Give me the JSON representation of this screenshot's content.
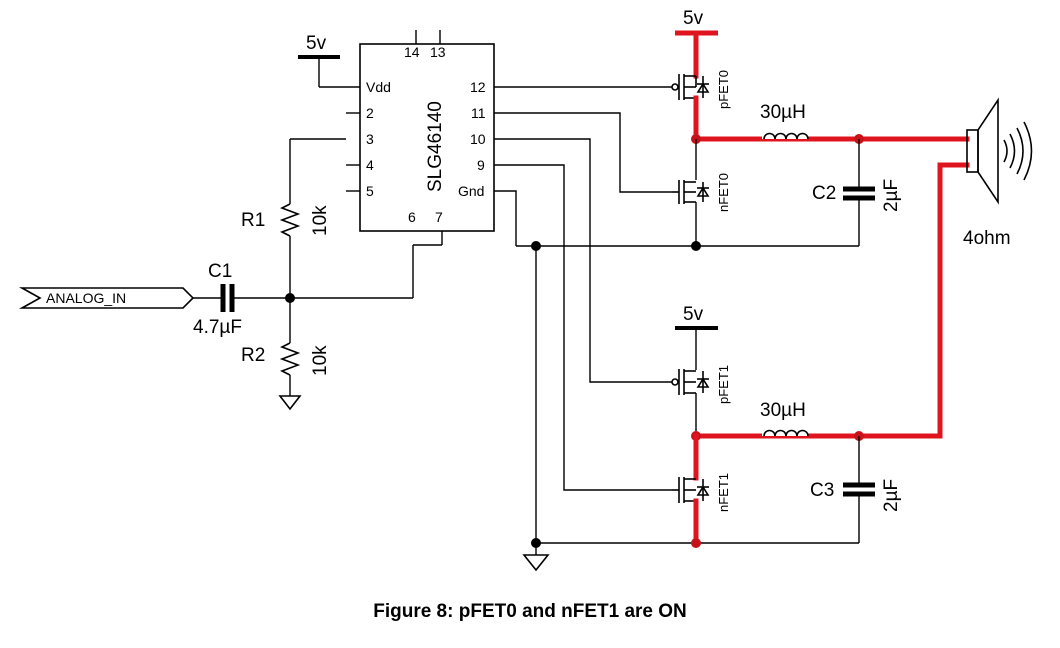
{
  "rails": {
    "top": "5v",
    "chip": "5v",
    "mid": "5v"
  },
  "chip": {
    "name": "SLG46140",
    "pins_top": [
      "14",
      "13"
    ],
    "pins_left": [
      "Vdd",
      "2",
      "3",
      "4",
      "5"
    ],
    "pins_right": [
      "12",
      "11",
      "10",
      "9",
      "Gnd"
    ],
    "pins_bottom": [
      "6",
      "7"
    ]
  },
  "input": {
    "label": "ANALOG_IN"
  },
  "components": {
    "c1": {
      "ref": "C1",
      "value": "4.7µF"
    },
    "r1": {
      "ref": "R1",
      "value": "10k"
    },
    "r2": {
      "ref": "R2",
      "value": "10k"
    },
    "c2": {
      "ref": "C2",
      "value": "2µF"
    },
    "c3": {
      "ref": "C3",
      "value": "2µF"
    },
    "l1": {
      "value": "30µH"
    },
    "l2": {
      "value": "30µH"
    },
    "speaker": {
      "value": "4ohm"
    }
  },
  "fets": {
    "p0": "pFET0",
    "n0": "nFET0",
    "p1": "pFET1",
    "n1": "nFET1"
  },
  "colors": {
    "active_path": "#e0141e",
    "wire": "#000000"
  },
  "caption": "Figure 8: pFET0 and nFET1 are ON"
}
